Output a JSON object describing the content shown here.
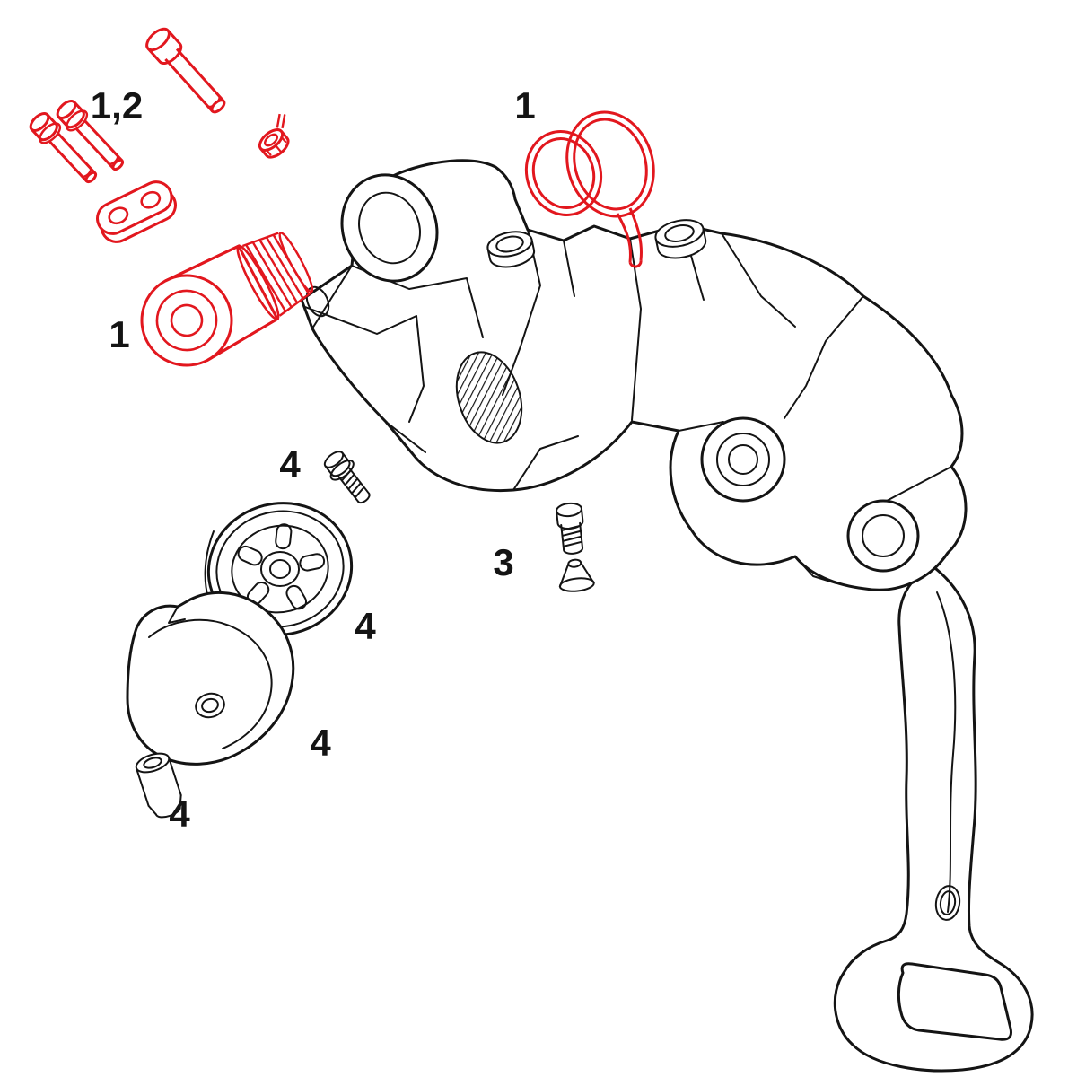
{
  "diagram": {
    "kind": "exploded-parts-diagram",
    "subject": "Bicycle rear derailleur spare parts exploded view",
    "highlight_color": "#e2171e",
    "line_color": "#141414",
    "background_color": "#ffffff",
    "labels": {
      "pin_kit": "1,2",
      "mounting_bolt": "1",
      "spring": "1",
      "pulley_bolt": "4",
      "pulley": "4",
      "cage_inner_plate": "4",
      "pulley_bushing": "4",
      "adjust_screw": "3"
    }
  }
}
